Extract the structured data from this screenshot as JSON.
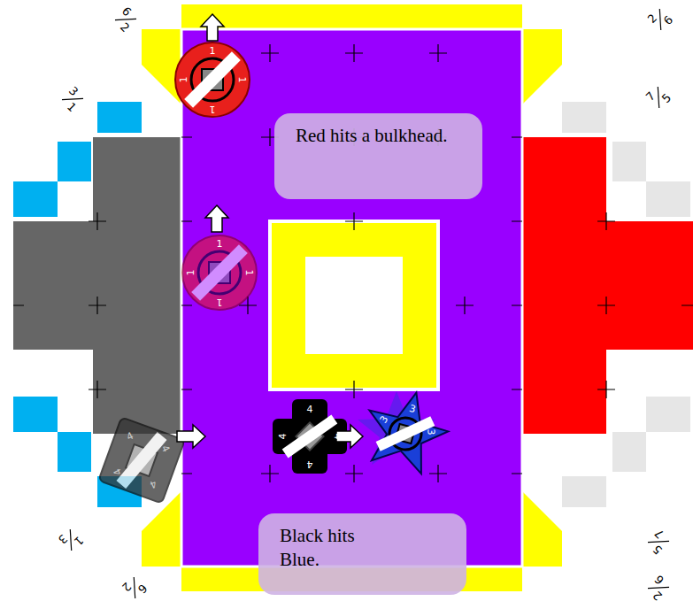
{
  "diagram": {
    "nodes": [
      {
        "text": [
          "Red hits a bulkhead."
        ]
      },
      {
        "text": [
          "Black hits Blue."
        ]
      }
    ],
    "labels": [
      "6",
      "2",
      "2",
      "6",
      "3",
      "1",
      "7",
      "5",
      "1",
      "3",
      "5",
      "7",
      "6",
      "2",
      "2",
      "6",
      "1",
      "1",
      "1",
      "1",
      "1",
      "1",
      "1",
      "1",
      "4",
      "4",
      "4",
      "4",
      "4",
      "4",
      "4",
      "4",
      "3",
      "3",
      "3"
    ]
  }
}
